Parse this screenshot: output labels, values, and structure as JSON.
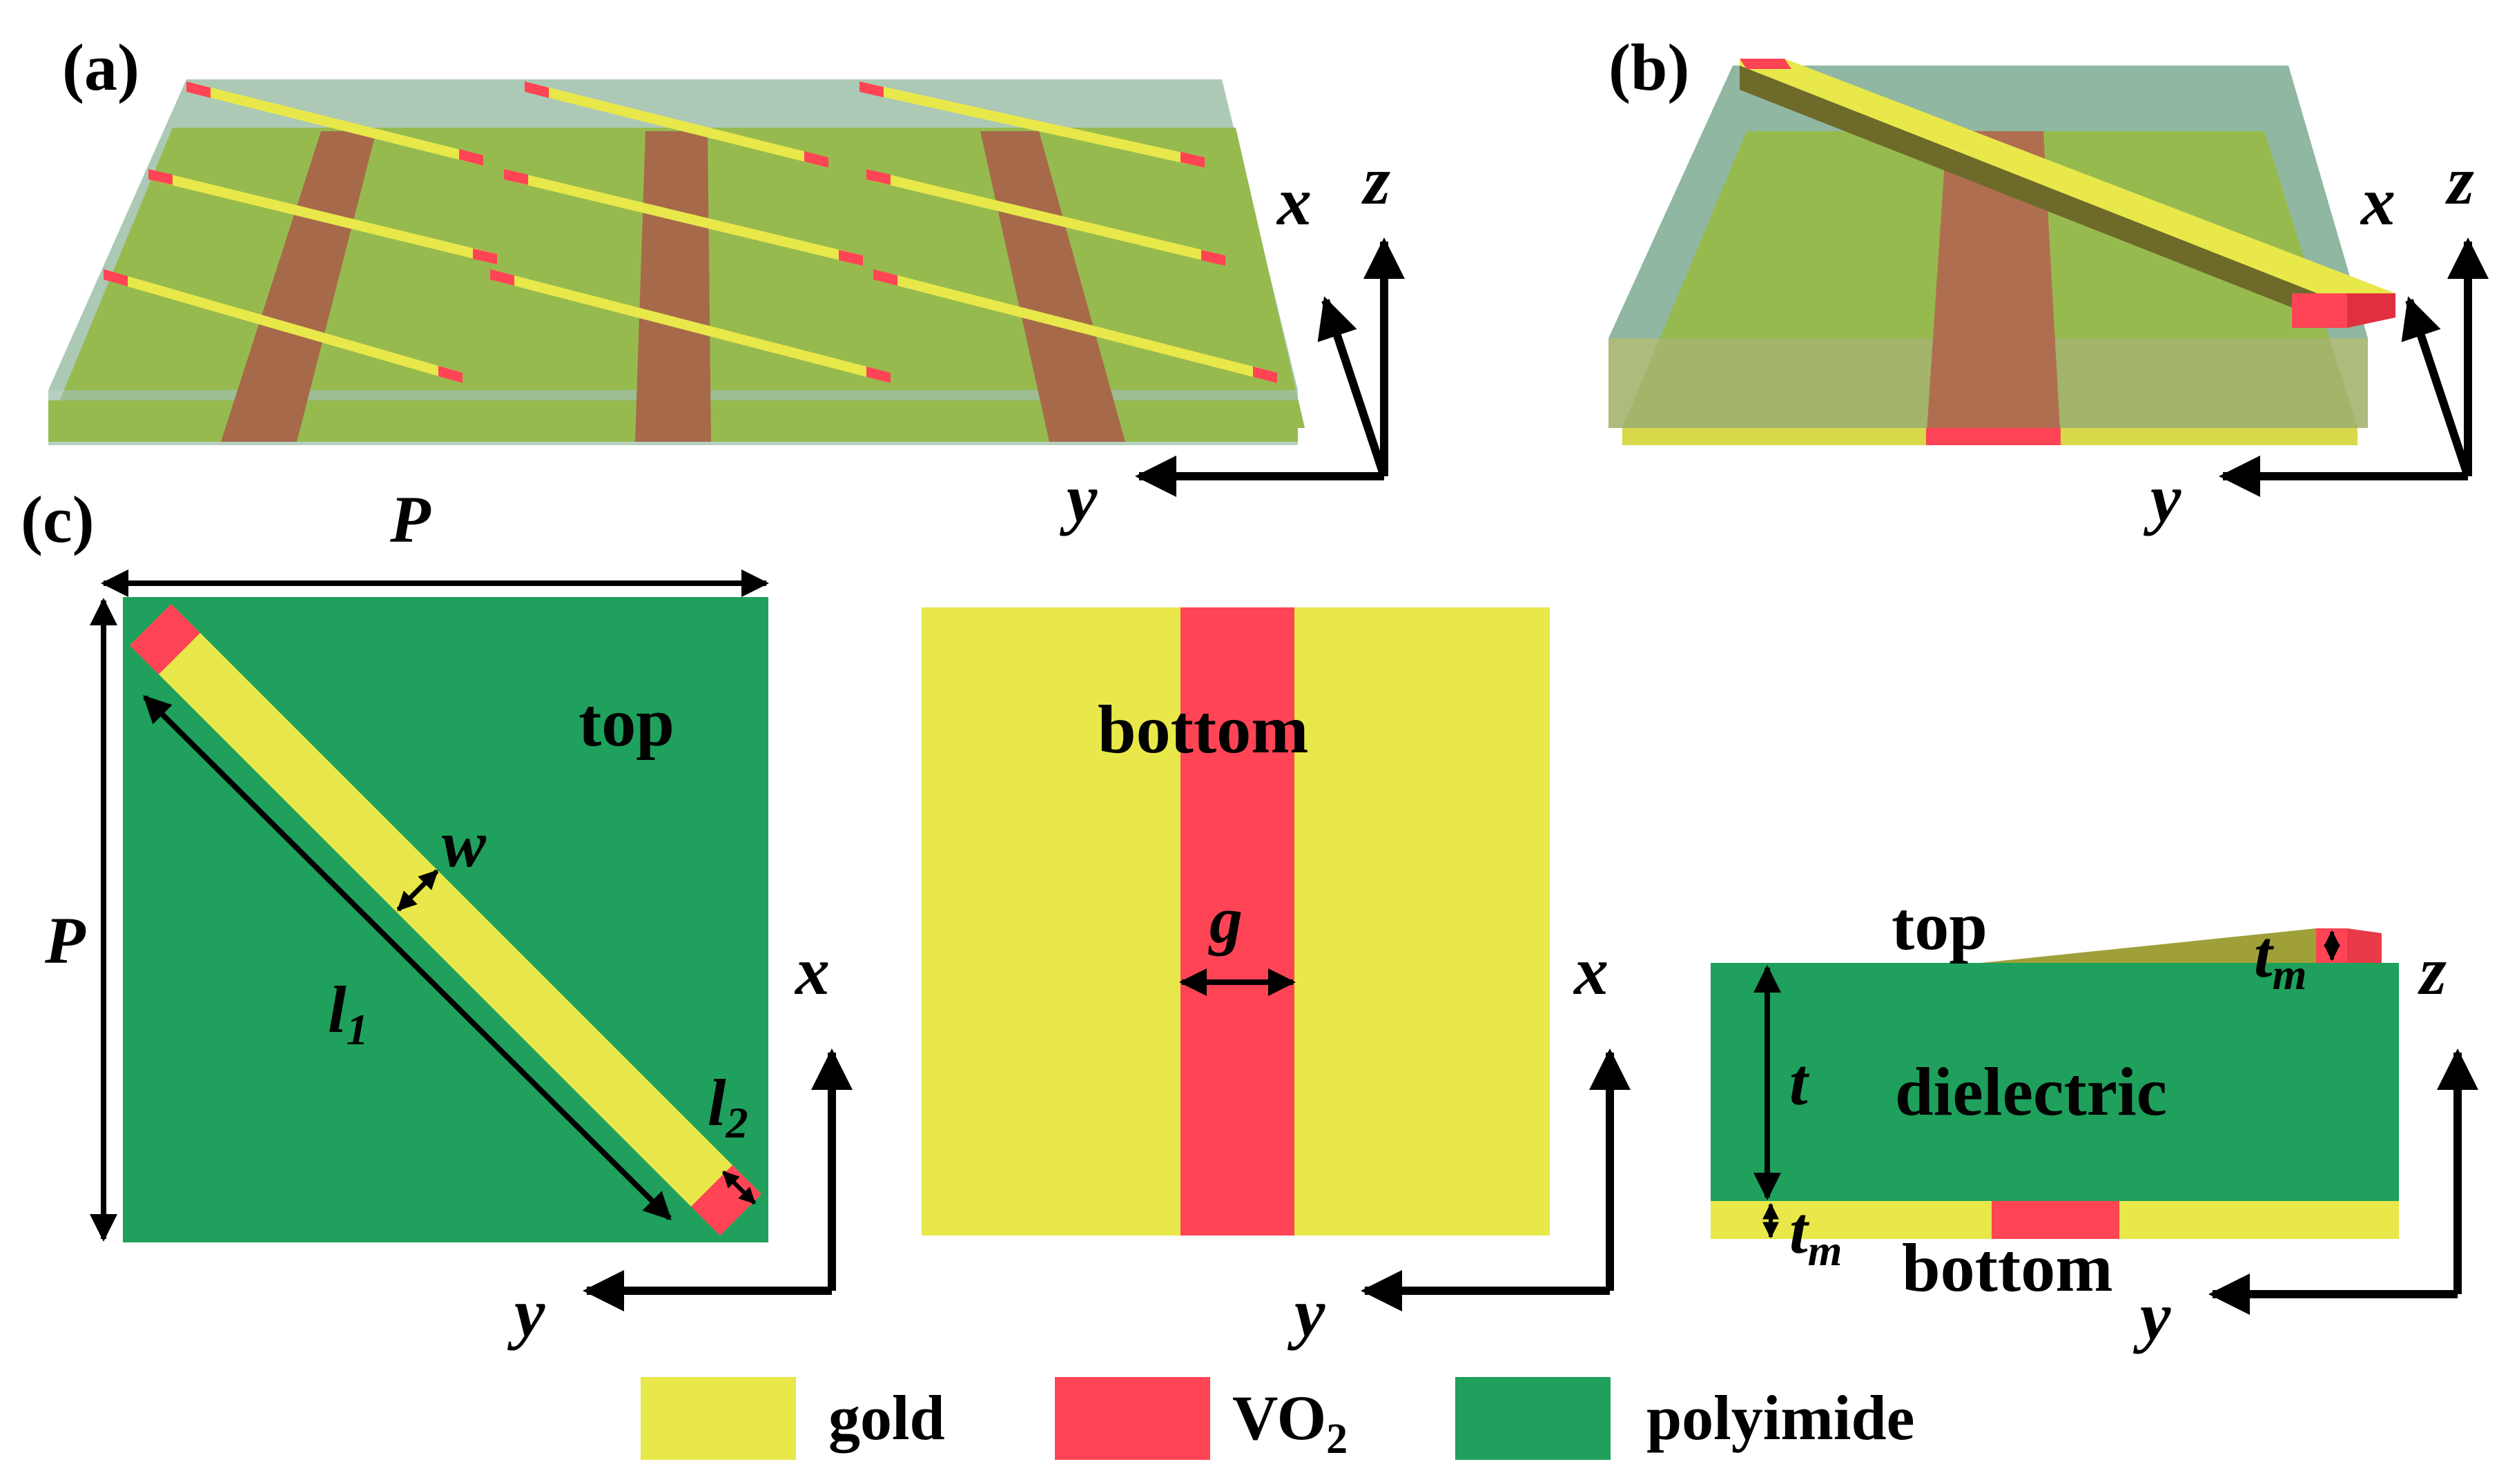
{
  "panels": {
    "a": {
      "label": "(a)"
    },
    "b": {
      "label": "(b)"
    },
    "c": {
      "label": "(c)"
    }
  },
  "axes": {
    "x": "x",
    "y": "y",
    "z": "z"
  },
  "dimensions": {
    "period": "P",
    "width": "w",
    "length_gold": "l",
    "length_gold_sub": "1",
    "length_vo2": "l",
    "length_vo2_sub": "2",
    "gap": "g",
    "thickness": "t",
    "metal_thickness": "t",
    "metal_thickness_sub": "m"
  },
  "regions": {
    "top_view": "top",
    "bottom_view": "bottom",
    "side_top": "top",
    "side_dielectric": "dielectric",
    "side_bottom": "bottom"
  },
  "legend": [
    {
      "label": "gold",
      "color": "#e8e84a"
    },
    {
      "label": "VO",
      "sub": "2",
      "color": "#ff4455"
    },
    {
      "label": "polyimide",
      "color": "#1fa05c"
    }
  ],
  "colors": {
    "gold": "#e8e84a",
    "vo2": "#ff4455",
    "polyimide": "#1fa05c",
    "substrate_glass": "#8fb7a2",
    "dielectric_3d": "#97ba4f",
    "vo2_strip_3d": "#a66a4a"
  }
}
